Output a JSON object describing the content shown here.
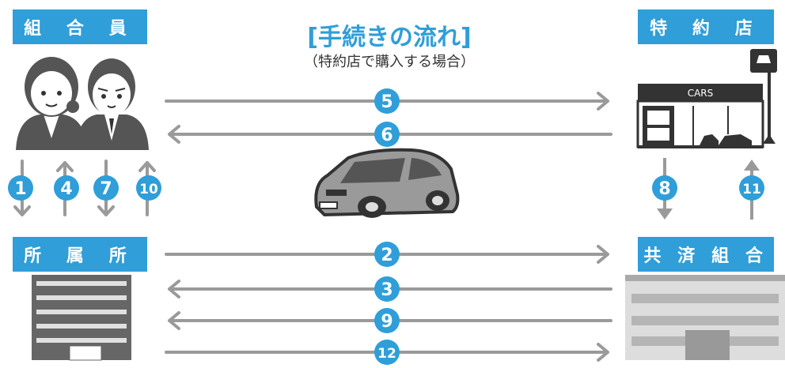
{
  "title": "[手続きの流れ]",
  "subtitle": "（特約店で購入する場合）",
  "boxes": {
    "member": "組 合 員",
    "dealer": "特 約 店",
    "office": "所 属 所",
    "union": "共 済 組 合"
  },
  "store_sign": "CARS",
  "steps": [
    "1",
    "2",
    "3",
    "4",
    "5",
    "6",
    "7",
    "8",
    "9",
    "10",
    "11",
    "12"
  ],
  "colors": {
    "accent": "#2f9ed9",
    "arrow": "#9a9a9a",
    "figure": "#555555"
  }
}
